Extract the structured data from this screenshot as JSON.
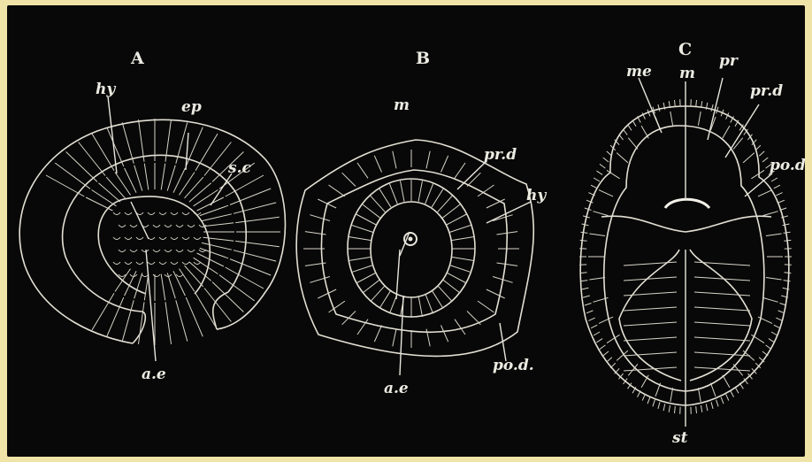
{
  "figure": {
    "panels": [
      {
        "id": "A",
        "title": "A",
        "labels": {
          "hy": "hy",
          "ep": "ep",
          "sc": "s.c",
          "ae": "a.e"
        }
      },
      {
        "id": "B",
        "title": "B",
        "labels": {
          "m": "m",
          "prd": "pr.d",
          "hy": "hy",
          "ae": "a.e",
          "pod": "po.d."
        }
      },
      {
        "id": "C",
        "title": "C",
        "labels": {
          "me": "me",
          "m": "m",
          "pr": "pr",
          "prd": "pr.d",
          "pod": "po.d",
          "st": "st"
        }
      }
    ]
  },
  "colors": {
    "background": "#080808",
    "lines": "#e8e6dc",
    "border": "#f0e3a8"
  }
}
